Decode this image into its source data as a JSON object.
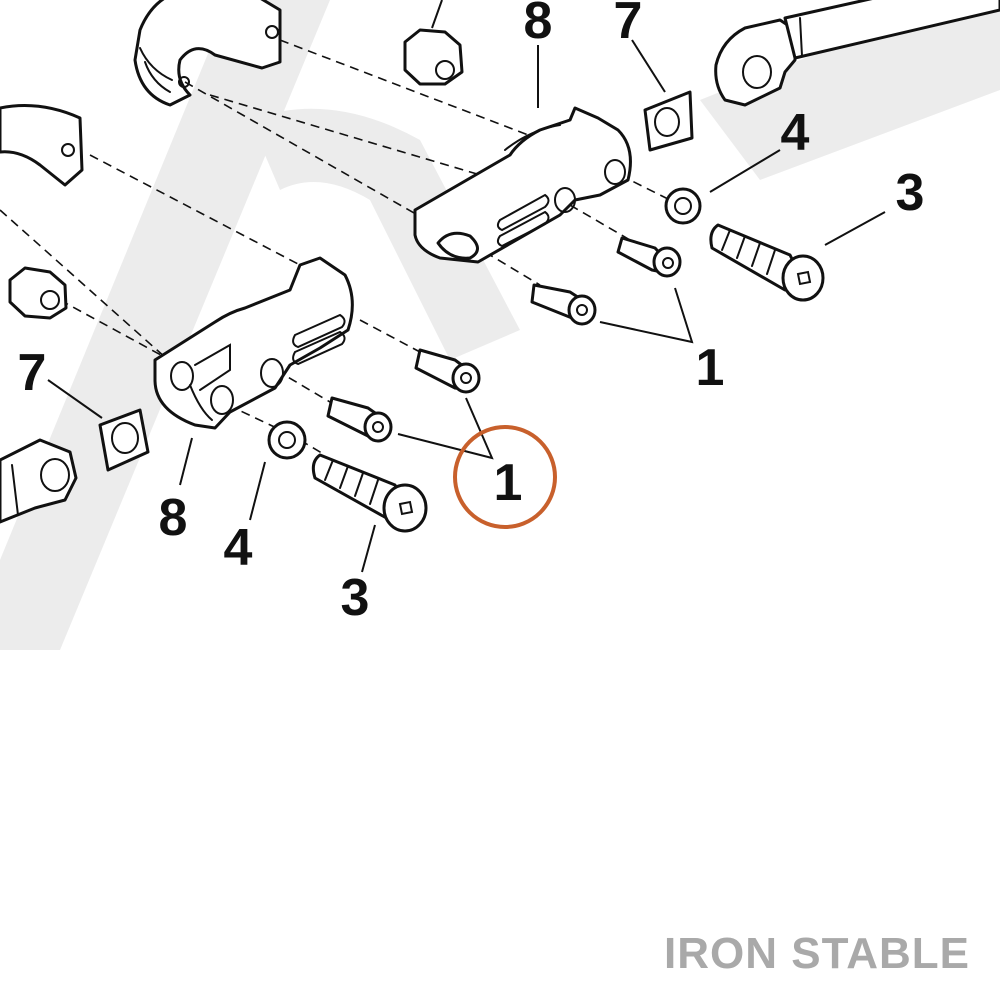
{
  "diagram": {
    "callouts": [
      {
        "id": "callout-1-upper",
        "label": "1"
      },
      {
        "id": "callout-1-lower",
        "label": "1"
      },
      {
        "id": "callout-3-upper",
        "label": "3"
      },
      {
        "id": "callout-3-lower",
        "label": "3"
      },
      {
        "id": "callout-4-upper",
        "label": "4"
      },
      {
        "id": "callout-4-lower",
        "label": "4"
      },
      {
        "id": "callout-7-upper",
        "label": "7"
      },
      {
        "id": "callout-7-lower",
        "label": "7"
      },
      {
        "id": "callout-8-upper",
        "label": "8"
      },
      {
        "id": "callout-8-lower",
        "label": "8"
      }
    ],
    "highlight": {
      "label": "1",
      "color": "#c8602c"
    },
    "brand": "IRON STABLE",
    "colors": {
      "line": "#111111",
      "watermark": "#ececec",
      "brand": "#a9a9a9"
    }
  }
}
